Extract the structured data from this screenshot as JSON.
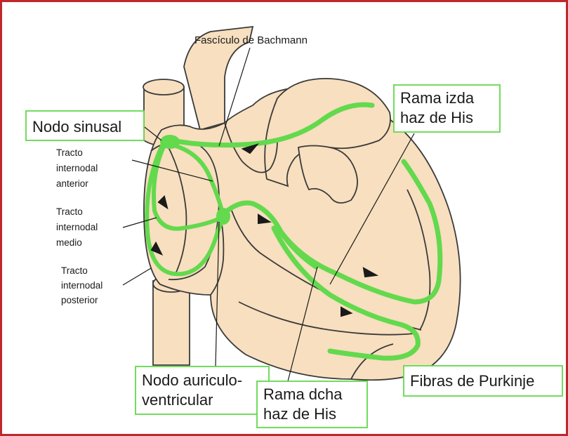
{
  "colors": {
    "frame_border": "#c0272d",
    "heart_fill": "#f7dfbf",
    "outline": "#3a3a3a",
    "conduction_path": "#63d94d",
    "label_box_border": "#63d94d"
  },
  "labels": {
    "bachmann": "Fascículo de Bachmann",
    "sinus_node": "Nodo sinusal",
    "left_bundle": [
      "Rama izda",
      "haz de His"
    ],
    "anterior_tract": [
      "Tracto",
      "internodal",
      "anterior"
    ],
    "middle_tract": [
      "Tracto",
      "internodal",
      "medio"
    ],
    "posterior_tract": [
      "Tracto",
      "internodal",
      "posterior"
    ],
    "av_node": [
      "Nodo auriculo-",
      "ventricular"
    ],
    "right_bundle": [
      "Rama dcha",
      "haz de His"
    ],
    "purkinje": "Fibras de Purkinje"
  }
}
